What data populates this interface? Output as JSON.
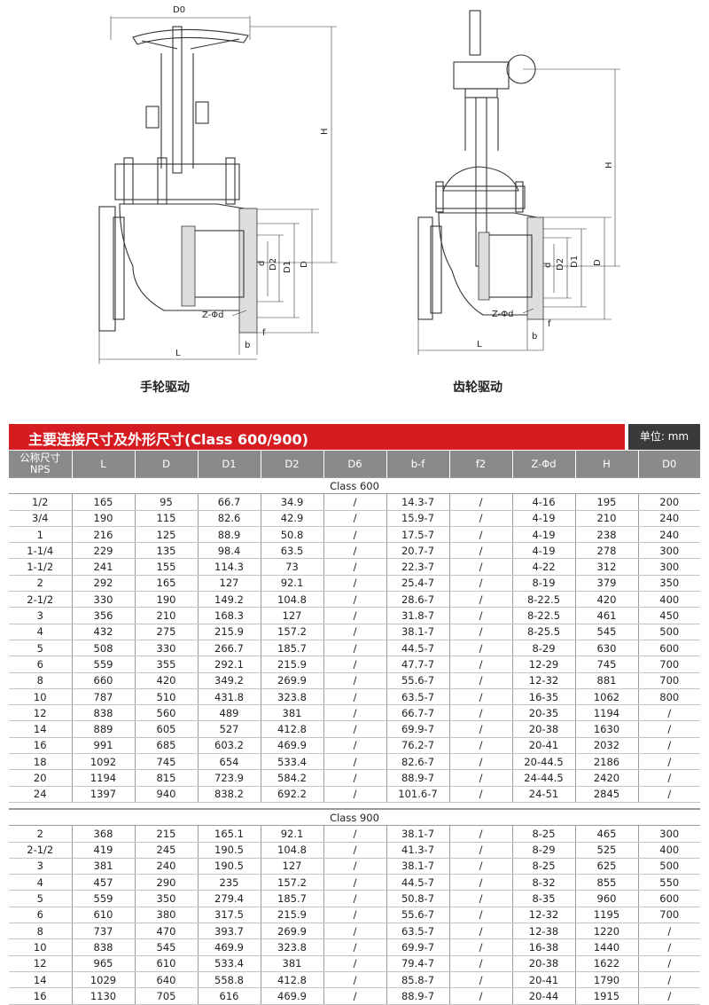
{
  "drawings": {
    "left_caption": "手轮驱动",
    "right_caption": "齿轮驱动",
    "labels": {
      "D0": "D0",
      "H": "H",
      "d": "d",
      "D2": "D2",
      "D": "D",
      "D1": "D1",
      "Z_phi_d": "Z-Φd",
      "f": "f",
      "b": "b",
      "L": "L"
    }
  },
  "title": "主要连接尺寸及外形尺寸(Class 600/900)",
  "unit": "单位: mm",
  "headers": {
    "nps_line1": "公称尺寸",
    "nps_line2": "NPS",
    "cols": [
      "L",
      "D",
      "D1",
      "D2",
      "D6",
      "b-f",
      "f2",
      "Z-Φd",
      "H",
      "D0"
    ]
  },
  "sections": [
    {
      "title": "Class 600",
      "rows": [
        [
          "1/2",
          "165",
          "95",
          "66.7",
          "34.9",
          "/",
          "14.3-7",
          "/",
          "4-16",
          "195",
          "200"
        ],
        [
          "3/4",
          "190",
          "115",
          "82.6",
          "42.9",
          "/",
          "15.9-7",
          "/",
          "4-19",
          "210",
          "240"
        ],
        [
          "1",
          "216",
          "125",
          "88.9",
          "50.8",
          "/",
          "17.5-7",
          "/",
          "4-19",
          "238",
          "240"
        ],
        [
          "1-1/4",
          "229",
          "135",
          "98.4",
          "63.5",
          "/",
          "20.7-7",
          "/",
          "4-19",
          "278",
          "300"
        ],
        [
          "1-1/2",
          "241",
          "155",
          "114.3",
          "73",
          "/",
          "22.3-7",
          "/",
          "4-22",
          "312",
          "300"
        ],
        [
          "2",
          "292",
          "165",
          "127",
          "92.1",
          "/",
          "25.4-7",
          "/",
          "8-19",
          "379",
          "350"
        ],
        [
          "2-1/2",
          "330",
          "190",
          "149.2",
          "104.8",
          "/",
          "28.6-7",
          "/",
          "8-22.5",
          "420",
          "400"
        ],
        [
          "3",
          "356",
          "210",
          "168.3",
          "127",
          "/",
          "31.8-7",
          "/",
          "8-22.5",
          "461",
          "450"
        ],
        [
          "4",
          "432",
          "275",
          "215.9",
          "157.2",
          "/",
          "38.1-7",
          "/",
          "8-25.5",
          "545",
          "500"
        ],
        [
          "5",
          "508",
          "330",
          "266.7",
          "185.7",
          "/",
          "44.5-7",
          "/",
          "8-29",
          "630",
          "600"
        ],
        [
          "6",
          "559",
          "355",
          "292.1",
          "215.9",
          "/",
          "47.7-7",
          "/",
          "12-29",
          "745",
          "700"
        ],
        [
          "8",
          "660",
          "420",
          "349.2",
          "269.9",
          "/",
          "55.6-7",
          "/",
          "12-32",
          "881",
          "700"
        ],
        [
          "10",
          "787",
          "510",
          "431.8",
          "323.8",
          "/",
          "63.5-7",
          "/",
          "16-35",
          "1062",
          "800"
        ],
        [
          "12",
          "838",
          "560",
          "489",
          "381",
          "/",
          "66.7-7",
          "/",
          "20-35",
          "1194",
          "/"
        ],
        [
          "14",
          "889",
          "605",
          "527",
          "412.8",
          "/",
          "69.9-7",
          "/",
          "20-38",
          "1630",
          "/"
        ],
        [
          "16",
          "991",
          "685",
          "603.2",
          "469.9",
          "/",
          "76.2-7",
          "/",
          "20-41",
          "2032",
          "/"
        ],
        [
          "18",
          "1092",
          "745",
          "654",
          "533.4",
          "/",
          "82.6-7",
          "/",
          "20-44.5",
          "2186",
          "/"
        ],
        [
          "20",
          "1194",
          "815",
          "723.9",
          "584.2",
          "/",
          "88.9-7",
          "/",
          "24-44.5",
          "2420",
          "/"
        ],
        [
          "24",
          "1397",
          "940",
          "838.2",
          "692.2",
          "/",
          "101.6-7",
          "/",
          "24-51",
          "2845",
          "/"
        ]
      ]
    },
    {
      "title": "Class 900",
      "rows": [
        [
          "2",
          "368",
          "215",
          "165.1",
          "92.1",
          "/",
          "38.1-7",
          "/",
          "8-25",
          "465",
          "300"
        ],
        [
          "2-1/2",
          "419",
          "245",
          "190.5",
          "104.8",
          "/",
          "41.3-7",
          "/",
          "8-29",
          "525",
          "400"
        ],
        [
          "3",
          "381",
          "240",
          "190.5",
          "127",
          "/",
          "38.1-7",
          "/",
          "8-25",
          "625",
          "500"
        ],
        [
          "4",
          "457",
          "290",
          "235",
          "157.2",
          "/",
          "44.5-7",
          "/",
          "8-32",
          "855",
          "550"
        ],
        [
          "5",
          "559",
          "350",
          "279.4",
          "185.7",
          "/",
          "50.8-7",
          "/",
          "8-35",
          "960",
          "600"
        ],
        [
          "6",
          "610",
          "380",
          "317.5",
          "215.9",
          "/",
          "55.6-7",
          "/",
          "12-32",
          "1195",
          "700"
        ],
        [
          "8",
          "737",
          "470",
          "393.7",
          "269.9",
          "/",
          "63.5-7",
          "/",
          "12-38",
          "1220",
          "/"
        ],
        [
          "10",
          "838",
          "545",
          "469.9",
          "323.8",
          "/",
          "69.9-7",
          "/",
          "16-38",
          "1440",
          "/"
        ],
        [
          "12",
          "965",
          "610",
          "533.4",
          "381",
          "/",
          "79.4-7",
          "/",
          "20-38",
          "1622",
          "/"
        ],
        [
          "14",
          "1029",
          "640",
          "558.8",
          "412.8",
          "/",
          "85.8-7",
          "/",
          "20-41",
          "1790",
          "/"
        ],
        [
          "16",
          "1130",
          "705",
          "616",
          "469.9",
          "/",
          "88.9-7",
          "/",
          "20-44",
          "1915",
          "/"
        ]
      ]
    }
  ]
}
